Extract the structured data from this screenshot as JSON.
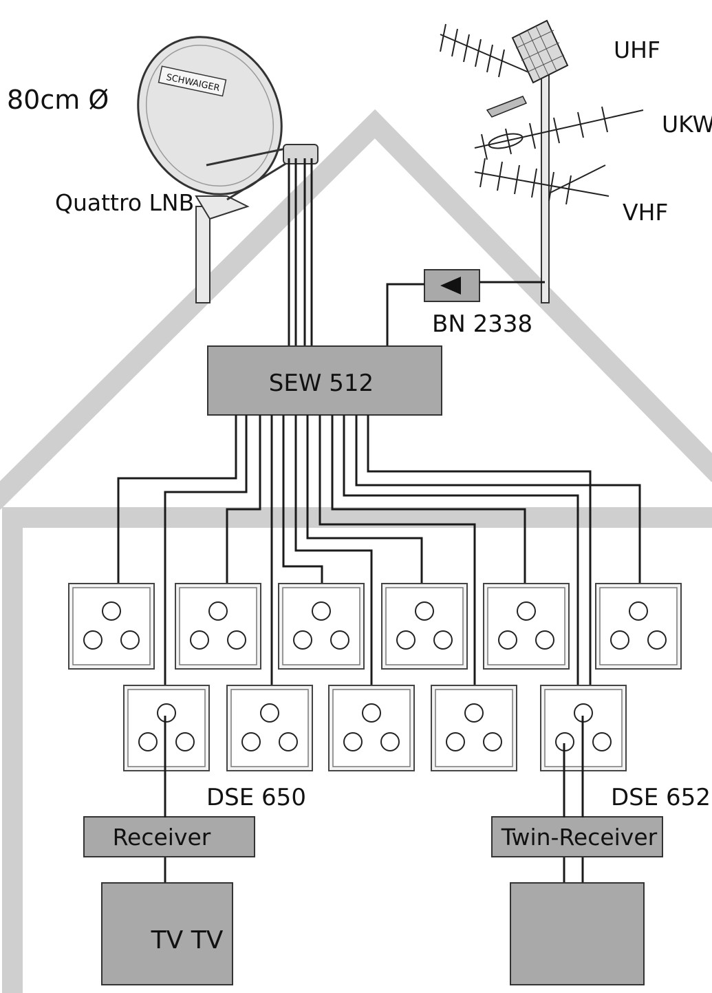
{
  "labels": {
    "dish_size": "80cm Ø",
    "dish_brand": "SCHWAIGER",
    "lnb": "Quattro LNB",
    "uhf": "UHF",
    "ukw": "UKW",
    "vhf": "VHF",
    "amplifier": "BN 2338",
    "multiswitch": "SEW 512",
    "socket_left": "DSE 650",
    "socket_right": "DSE 652",
    "receiver": "Receiver",
    "twin_receiver": "Twin-Receiver",
    "tv": "TV TV"
  }
}
